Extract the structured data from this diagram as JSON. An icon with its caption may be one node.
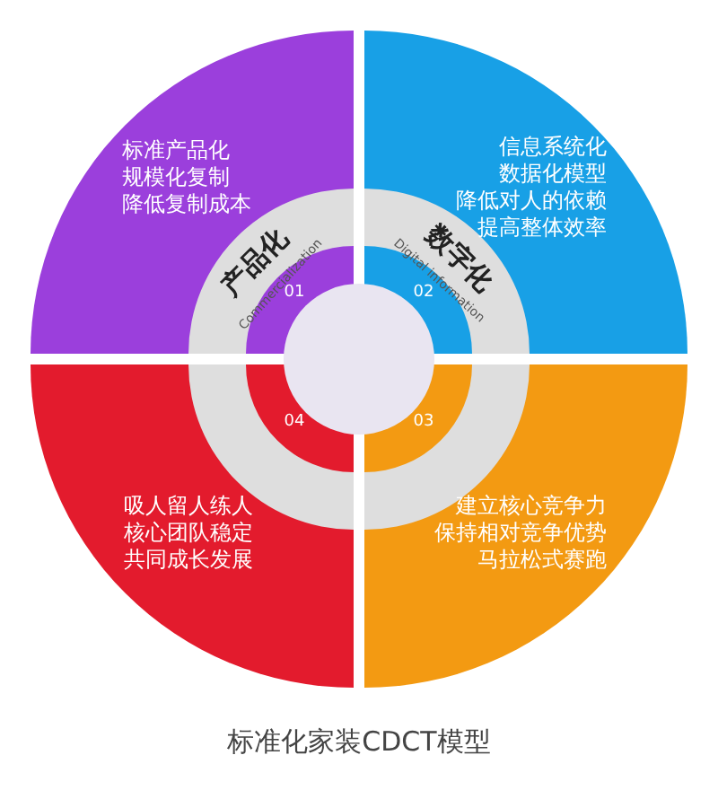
{
  "diagram": {
    "caption": "标准化家装CDCT模型",
    "nodes": [
      {
        "text": [
          "标准产品化",
          "规模化复制",
          "降低复制成本"
        ]
      },
      {
        "text": [
          "信息系统化",
          "数据化模型",
          "降低对人的依赖",
          "提高整体效率"
        ]
      },
      {
        "text": [
          "吸人留人练人",
          "核心团队稳定",
          "共同成长发展"
        ]
      },
      {
        "text": [
          "建立核心竞争力",
          "保持相对竞争优势",
          "马拉松式赛跑"
        ]
      },
      {
        "text": [
          "产品化",
          "Commercialization",
          "01"
        ],
        "in": 0
      },
      {
        "text": [
          "数字化",
          "Digital information",
          "02"
        ],
        "in": 1
      },
      {
        "text": [
          "04"
        ],
        "in": 2
      },
      {
        "text": [
          "03"
        ],
        "in": 3
      },
      {
        "text": [],
        "shape": "circle"
      }
    ]
  }
}
